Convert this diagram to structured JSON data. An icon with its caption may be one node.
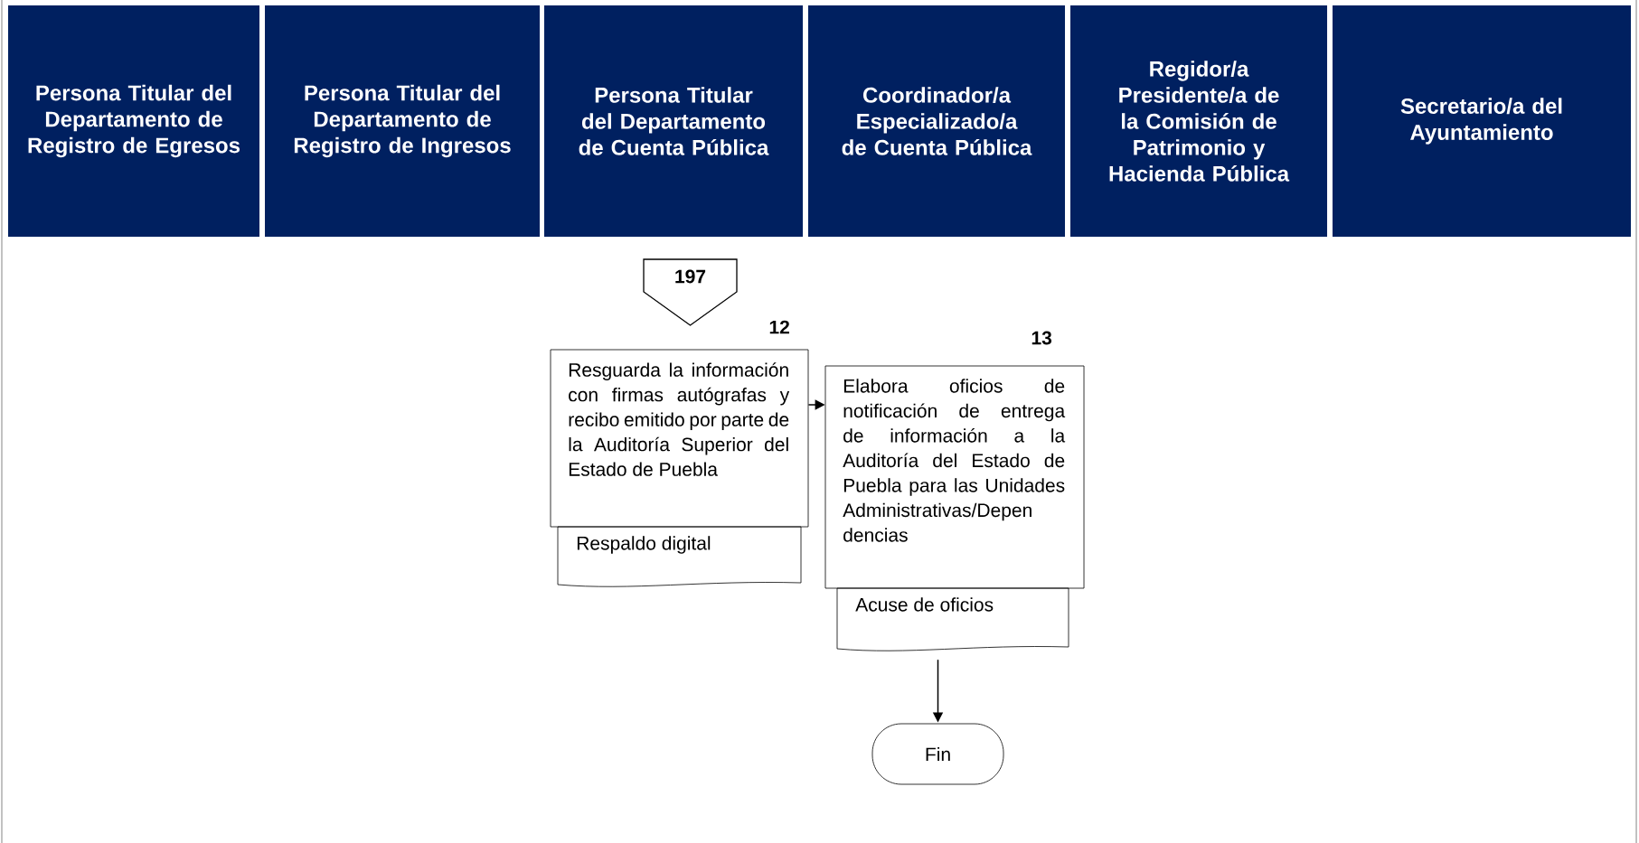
{
  "diagram": {
    "nodes": [
      {
        "text": [
          "Persona Titular del Departamento de Registro de Egresos"
        ]
      },
      {
        "text": [
          "Persona Titular del Departamento de Registro de Ingresos"
        ]
      },
      {
        "text": [
          "Persona Titular del Departamento de Cuenta Pública"
        ]
      },
      {
        "text": [
          "Coordinador/a Especializado/a de Cuenta Pública"
        ]
      },
      {
        "text": [
          "Regidor/a Presidente/a de la Comisión de Patrimonio y Hacienda Pública"
        ]
      },
      {
        "text": [
          "Secretario/a del Ayuntamiento"
        ]
      },
      {
        "text": [
          "197"
        ]
      },
      {
        "text": [
          "Resguarda la información con firmas autógrafas y recibo emitido por parte de la Auditoría Superior del Estado de Puebla"
        ],
        "beside": [
          "12"
        ]
      },
      {
        "text": [
          "Respaldo digital"
        ]
      },
      {
        "text": [
          "Elabora oficios de notificación de entrega de información a la Auditoría del Estado de Puebla para las Unidades Administrativas/Depen dencias"
        ],
        "beside": [
          "13"
        ]
      },
      {
        "text": [
          "Acuse de oficios"
        ]
      },
      {
        "text": [
          "Fin"
        ]
      }
    ],
    "edges": [
      {
        "from": 7,
        "to": 9,
        "arrow": "to"
      },
      {
        "from": 10,
        "to": 11,
        "arrow": "to"
      }
    ]
  }
}
